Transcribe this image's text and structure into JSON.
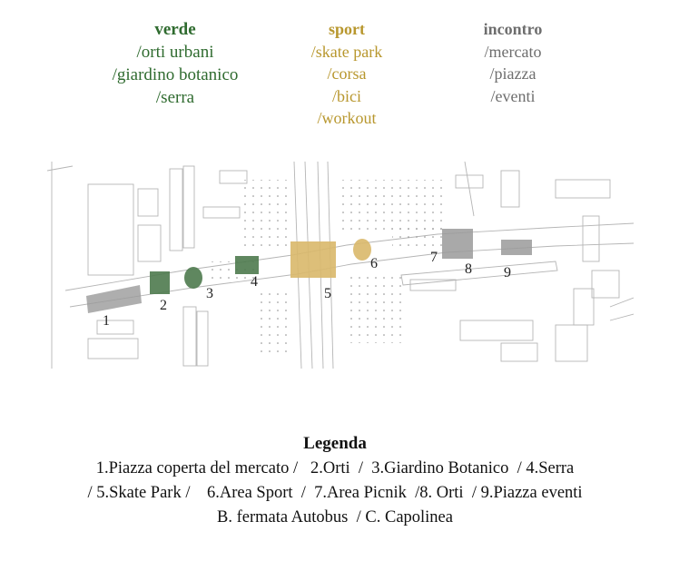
{
  "categories": {
    "verde": {
      "title": "verde",
      "items": [
        "/orti urbani",
        "/giardino botanico",
        "/serra"
      ],
      "color": "#2f6b2f"
    },
    "sport": {
      "title": "sport",
      "items": [
        "/skate park",
        "/corsa",
        "/bici",
        "/workout"
      ],
      "color": "#b8972e"
    },
    "incontro": {
      "title": "incontro",
      "items": [
        "/mercato",
        "/piazza",
        "/eventi"
      ],
      "color": "#6e6e6e"
    }
  },
  "map": {
    "markers": [
      "1",
      "2",
      "3",
      "4",
      "5",
      "6",
      "7",
      "8",
      "9"
    ],
    "colors": {
      "green": "#4e7a4e",
      "gold": "#d9b86a",
      "grey": "#9a9a9a"
    }
  },
  "legend": {
    "title": "Legenda",
    "lines": [
      "1.Piazza coperta del mercato /   2.Orti  /  3.Giardino Botanico  / 4.Serra",
      "/ 5.Skate Park /    6.Area Sport  /  7.Area Picnik  /8. Orti  / 9.Piazza eventi",
      "B. fermata Autobus  / C. Capolinea"
    ]
  }
}
